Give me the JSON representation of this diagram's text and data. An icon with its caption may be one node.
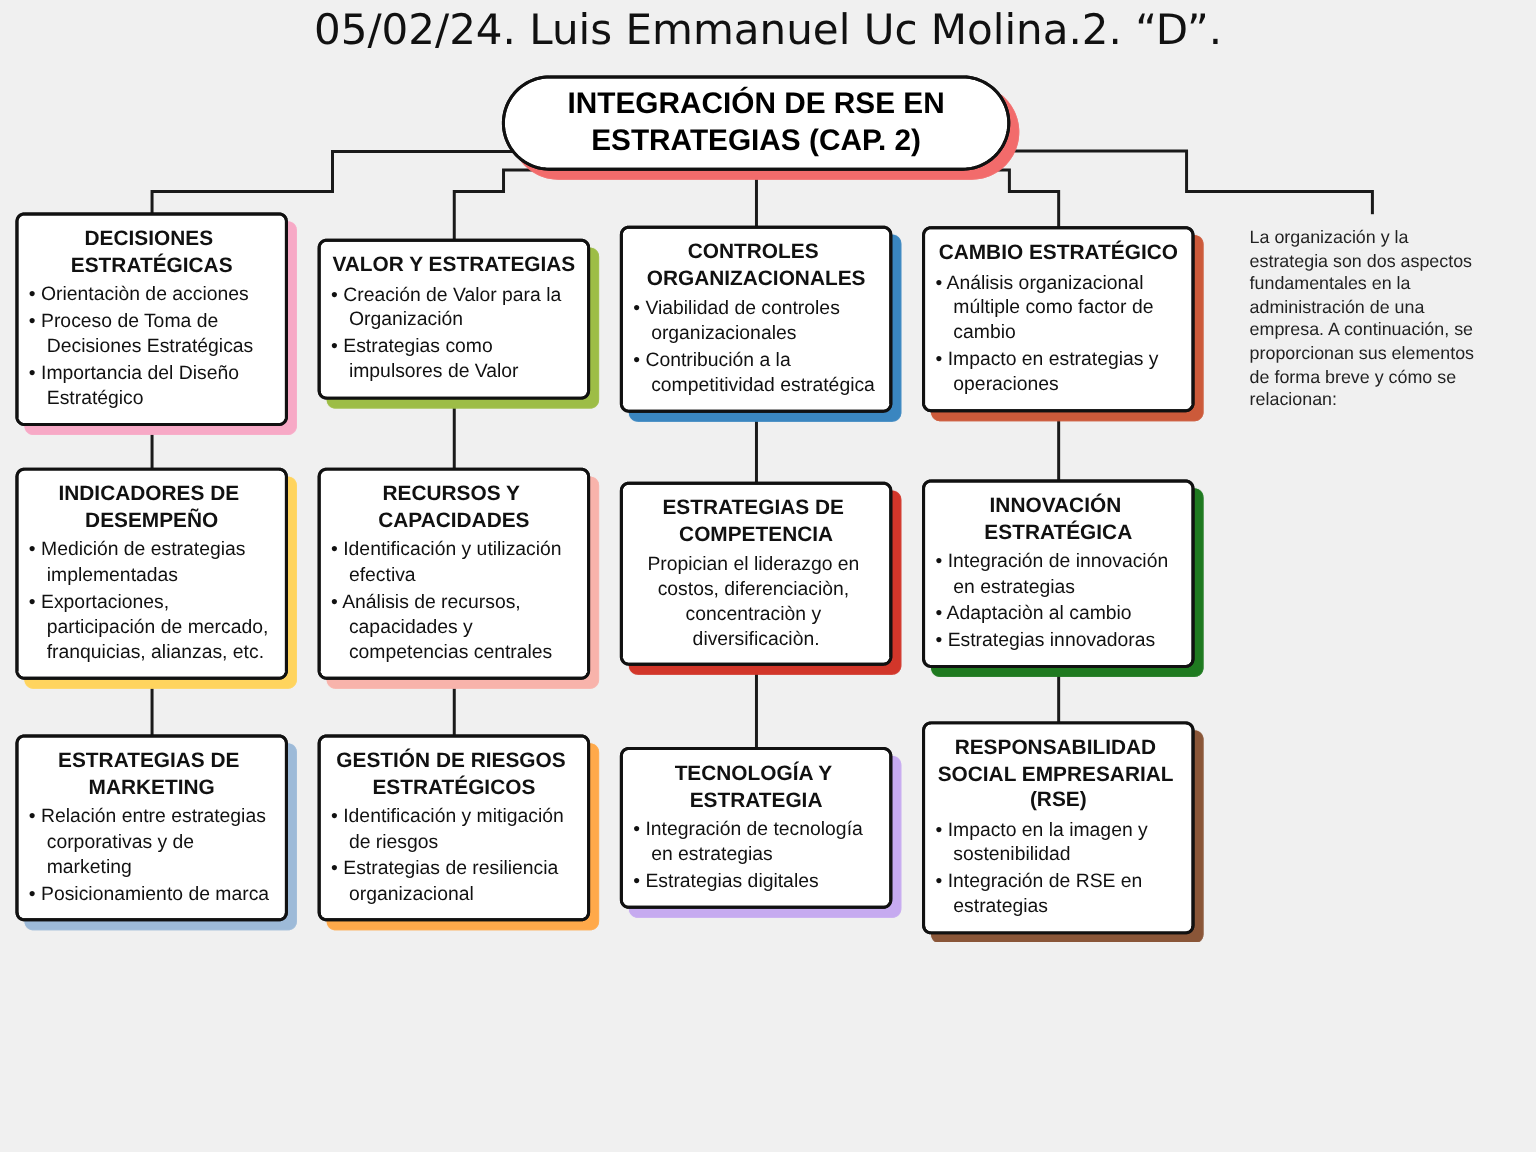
{
  "diagram": {
    "title": "05/02/24. Luis Emmanuel Uc Molina.2. “D”.",
    "nodes": [
      {
        "text": [
          "INTEGRACIÓN DE RSE EN ESTRATEGIAS (CAP. 2)"
        ]
      },
      {
        "text": [
          "La organización y la estrategia son dos aspectos fundamentales en la administración de una empresa. A continuación, se proporcionan sus elementos de forma breve y cómo se relacionan:"
        ]
      },
      {
        "text": [
          "DECISIONES ESTRATÉGICAS",
          "• Orientaciòn de acciones",
          "• Proceso de Toma de Decisiones Estratégicas",
          "• Importancia del Diseño Estratégico"
        ]
      },
      {
        "text": [
          "VALOR Y ESTRATEGIAS",
          "• Creación de Valor para la Organización",
          "• Estrategias como impulsores de Valor"
        ]
      },
      {
        "text": [
          "CONTROLES ORGANIZACIONALES",
          "• Viabilidad de controles organizacionales",
          "• Contribución a la competitividad estratégica"
        ]
      },
      {
        "text": [
          "CAMBIO ESTRATÉGICO",
          "• Análisis organizacional múltiple como factor de cambio",
          "• Impacto en estrategias y operaciones"
        ]
      },
      {
        "text": [
          "INDICADORES DE DESEMPEÑO",
          "• Medición de estrategias implementadas",
          "• Exportaciones, participación de mercado, franquicias, alianzas, etc."
        ]
      },
      {
        "text": [
          "RECURSOS Y CAPACIDADES",
          "• Identificación y utilización efectiva",
          "• Análisis de recursos, capacidades y competencias centrales"
        ]
      },
      {
        "text": [
          "ESTRATEGIAS DE COMPETENCIA",
          "Propician el liderazgo en costos, diferenciaciòn, concentraciòn y diversificaciòn."
        ]
      },
      {
        "text": [
          "INNOVACIÓN ESTRATÉGICA",
          "• Integración de innovación en estrategias",
          "• Adaptaciòn al cambio",
          "• Estrategias innovadoras"
        ]
      },
      {
        "text": [
          "ESTRATEGIAS DE MARKETING",
          "• Relación entre estrategias corporativas y de marketing",
          "• Posicionamiento de marca"
        ]
      },
      {
        "text": [
          "GESTIÓN DE RIESGOS ESTRATÉGICOS",
          "• Identificación y mitigación de riesgos",
          "• Estrategias de resiliencia organizacional"
        ]
      },
      {
        "text": [
          "TECNOLOGÍA Y ESTRATEGIA",
          "• Integración de tecnología en estrategias",
          "• Estrategias digitales"
        ]
      },
      {
        "text": [
          "RESPONSABILIDAD SOCIAL EMPRESARIAL (RSE)",
          "• Impacto en la imagen y sostenibilidad",
          "• Integración de RSE en estrategias"
        ]
      }
    ],
    "edges": [
      {
        "from": 0,
        "to": 2,
        "arrow": "none"
      },
      {
        "from": 0,
        "to": 3,
        "arrow": "none"
      },
      {
        "from": 0,
        "to": 4,
        "arrow": "none"
      },
      {
        "from": 0,
        "to": 5,
        "arrow": "none"
      },
      {
        "from": 0,
        "to": 1,
        "arrow": "none"
      },
      {
        "from": 2,
        "to": 6,
        "arrow": "none"
      },
      {
        "from": 6,
        "to": 10,
        "arrow": "none"
      },
      {
        "from": 3,
        "to": 7,
        "arrow": "none"
      },
      {
        "from": 7,
        "to": 11,
        "arrow": "none"
      },
      {
        "from": 4,
        "to": 8,
        "arrow": "none"
      },
      {
        "from": 8,
        "to": 12,
        "arrow": "none"
      },
      {
        "from": 5,
        "to": 9,
        "arrow": "none"
      },
      {
        "from": 9,
        "to": 13,
        "arrow": "none"
      }
    ]
  }
}
